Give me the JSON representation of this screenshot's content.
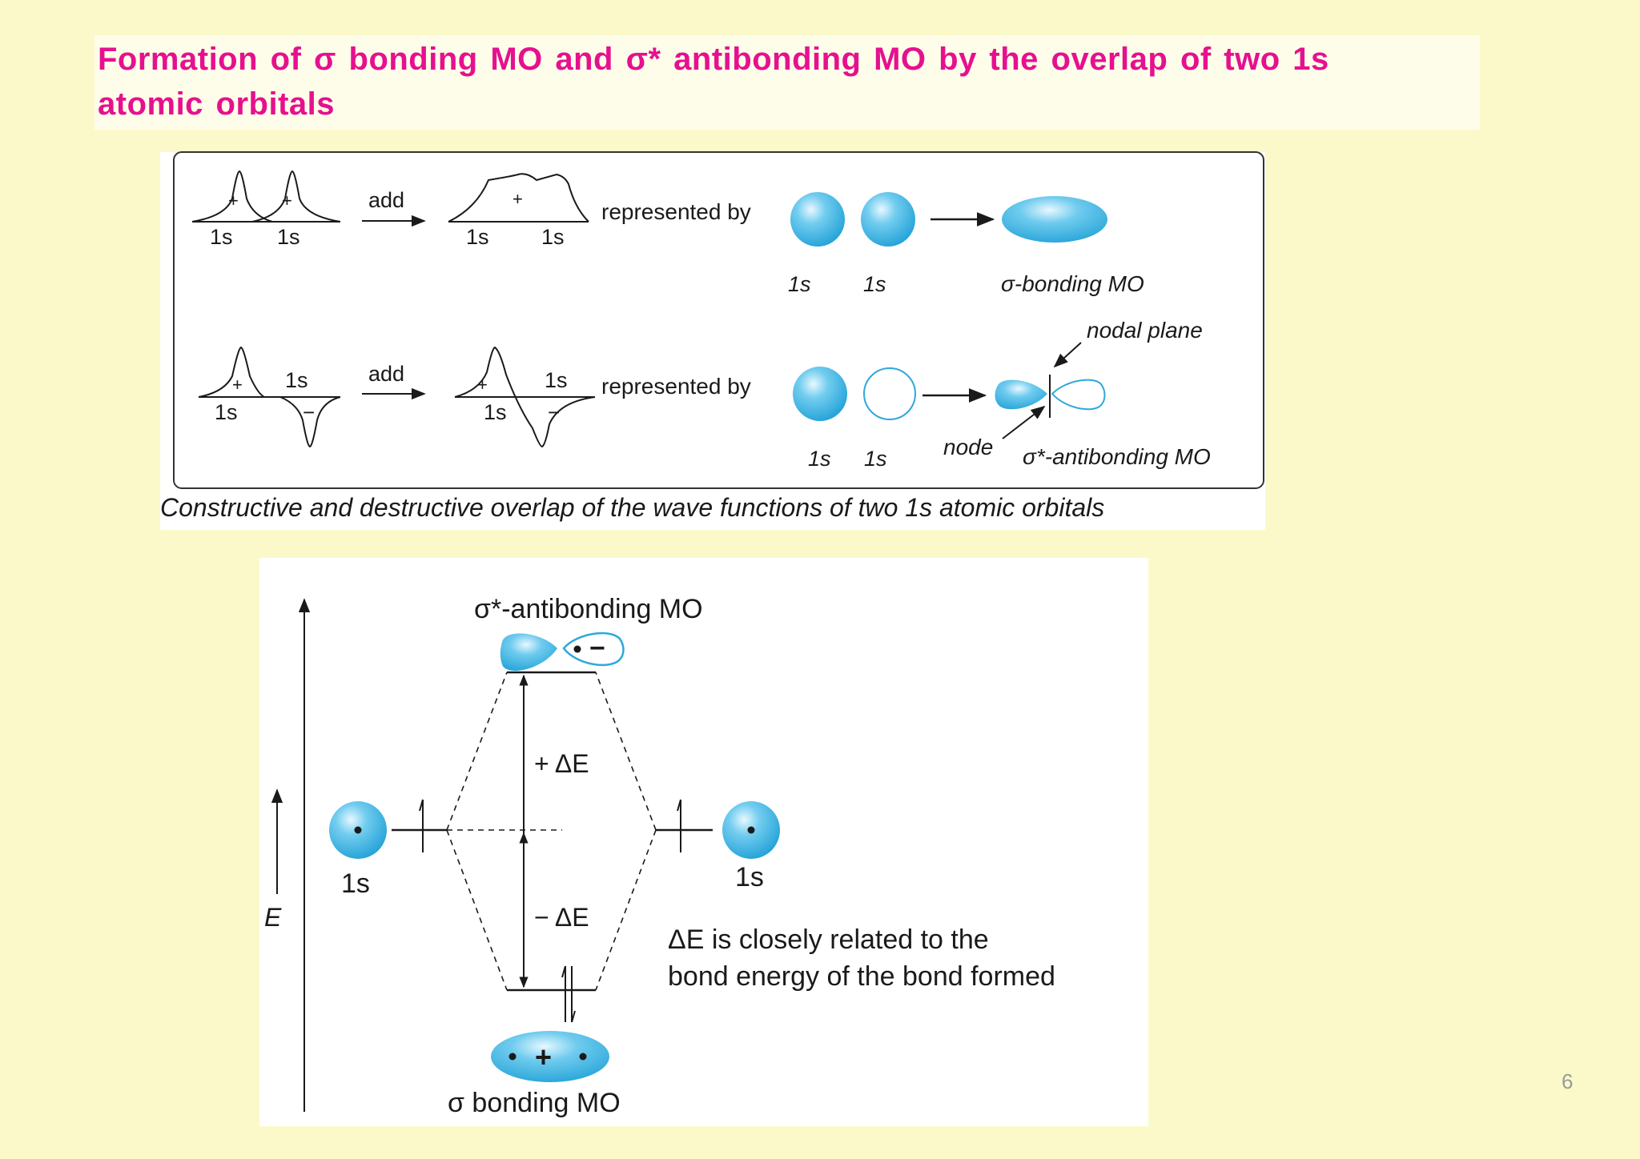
{
  "title": {
    "line1": "Formation of σ bonding MO and σ* antibonding MO by the overlap of two 1s",
    "line2": "atomic orbitals"
  },
  "figure1": {
    "row1": {
      "label_1s": "1s",
      "plus": "+",
      "add": "add",
      "represented_by": "represented by",
      "mo_label": "σ-bonding MO"
    },
    "row2": {
      "label_1s": "1s",
      "plus": "+",
      "minus": "−",
      "add": "add",
      "represented_by": "represented by",
      "nodal_plane": "nodal plane",
      "node": "node",
      "mo_label": "σ*-antibonding MO"
    },
    "caption": "Constructive and destructive overlap of the wave  functions of two 1s atomic orbitals"
  },
  "figure2": {
    "antibonding_label": "σ*-antibonding MO",
    "bonding_label": "σ bonding MO",
    "left_ao": "1s",
    "right_ao": "1s",
    "plus_delta_e": "+ ΔE",
    "minus_delta_e": "− ΔE",
    "energy_axis": "E",
    "note_line1": "ΔE is closely related to the",
    "note_line2": "bond energy of the bond formed",
    "plus": "+",
    "minus": "−"
  },
  "slide_number": "6",
  "colors": {
    "background": "#fbf9c9",
    "title": "#e6108f",
    "orbital_fill": "#3fb6e6"
  }
}
